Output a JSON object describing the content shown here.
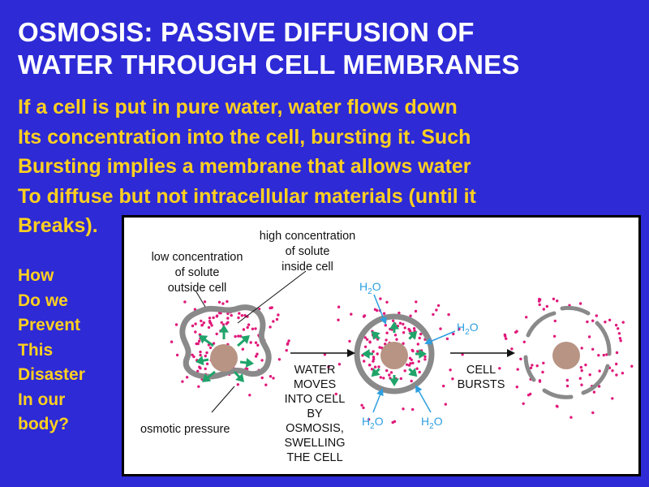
{
  "slide": {
    "title_lines": [
      "OSMOSIS:  PASSIVE DIFFUSION OF",
      "WATER THROUGH CELL MEMBRANES"
    ],
    "body_lines": [
      "If a cell is put in pure water, water flows down",
      "Its concentration into the cell, bursting it.  Such",
      "Bursting implies a membrane that allows water",
      "To diffuse but not intracellular materials (until it",
      "Breaks)."
    ],
    "question_lines": [
      "How",
      "Do we",
      "Prevent",
      "This",
      "Disaster",
      "In our",
      "body?"
    ],
    "colors": {
      "background": "#2d2ad6",
      "title": "#ffffff",
      "body": "#ffd020"
    }
  },
  "diagram": {
    "label_low": [
      "low concentration",
      "of solute",
      "outside cell"
    ],
    "label_high": [
      "high concentration",
      "of solute",
      "inside cell"
    ],
    "label_pressure": "osmotic pressure",
    "label_step1": [
      "WATER",
      "MOVES",
      "INTO CELL",
      "BY",
      "OSMOSIS,",
      "SWELLING",
      "THE CELL"
    ],
    "label_step2": [
      "CELL",
      "BURSTS"
    ],
    "water_label_main": "H",
    "water_label_sub": "2",
    "water_label_end": "O",
    "colors": {
      "membrane": "#8a8a8a",
      "nucleus": "#b89484",
      "solute": "#e0187a",
      "water_arrow": "#1fa46a",
      "water_label": "#2d9fe0"
    }
  }
}
